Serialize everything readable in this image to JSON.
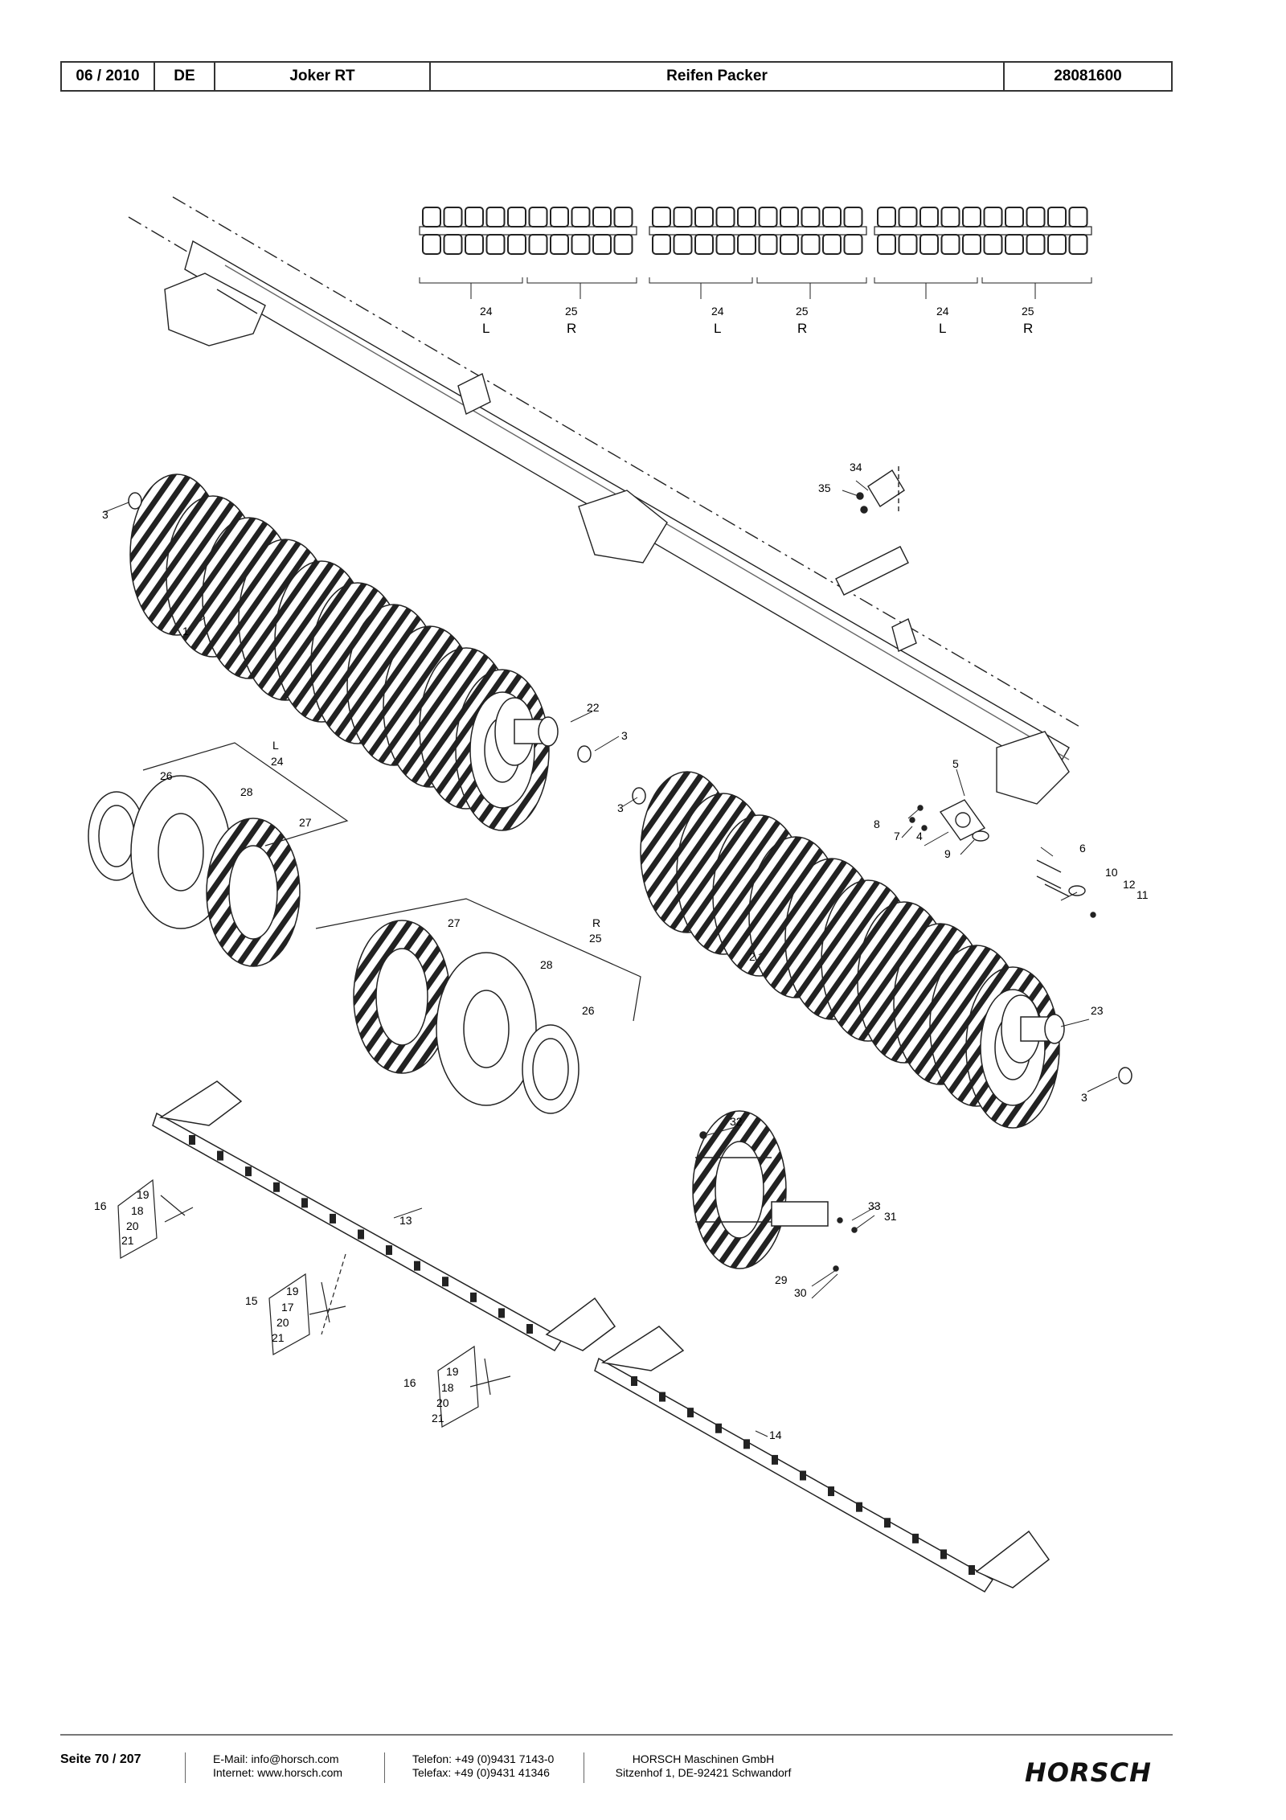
{
  "header": {
    "date": "06 / 2010",
    "lang": "DE",
    "model": "Joker RT",
    "title": "Reifen Packer",
    "number": "28081600"
  },
  "groups": [
    {
      "left_num": "24",
      "left_side": "L",
      "right_num": "25",
      "right_side": "R"
    },
    {
      "left_num": "24",
      "left_side": "L",
      "right_num": "25",
      "right_side": "R"
    },
    {
      "left_num": "24",
      "left_side": "L",
      "right_num": "25",
      "right_side": "R"
    }
  ],
  "callouts": {
    "c1": "1",
    "c2": "2",
    "c3a": "3",
    "c3b": "3",
    "c3c": "3",
    "c3d": "3",
    "c4": "4",
    "c5": "5",
    "c6": "6",
    "c7": "7",
    "c8": "8",
    "c9": "9",
    "c10": "10",
    "c11": "11",
    "c12": "12",
    "c13": "13",
    "c14": "14",
    "c15": "15",
    "c16a": "16",
    "c16b": "16",
    "c17a": "17",
    "c18a": "18",
    "c18b": "18",
    "c19a": "19",
    "c19b": "19",
    "c19c": "19",
    "c20a": "20",
    "c20b": "20",
    "c20c": "20",
    "c21a": "21",
    "c21b": "21",
    "c21c": "21",
    "c22": "22",
    "c23": "23",
    "c24": "24",
    "c24l": "L",
    "c25": "25",
    "c25r": "R",
    "c26a": "26",
    "c26b": "26",
    "c27a": "27",
    "c27b": "27",
    "c28a": "28",
    "c28b": "28",
    "c29": "29",
    "c30": "30",
    "c31": "31",
    "c32": "32",
    "c33": "33",
    "c34": "34",
    "c35": "35"
  },
  "footer": {
    "page": "Seite 70 / 207",
    "email": "E-Mail: info@horsch.com",
    "internet": "Internet: www.horsch.com",
    "phone": "Telefon: +49 (0)9431 7143-0",
    "fax": "Telefax: +49 (0)9431 41346",
    "company": "HORSCH Maschinen GmbH",
    "address": "Sitzenhof 1, DE-92421 Schwandorf",
    "logo": "HORSCH"
  }
}
